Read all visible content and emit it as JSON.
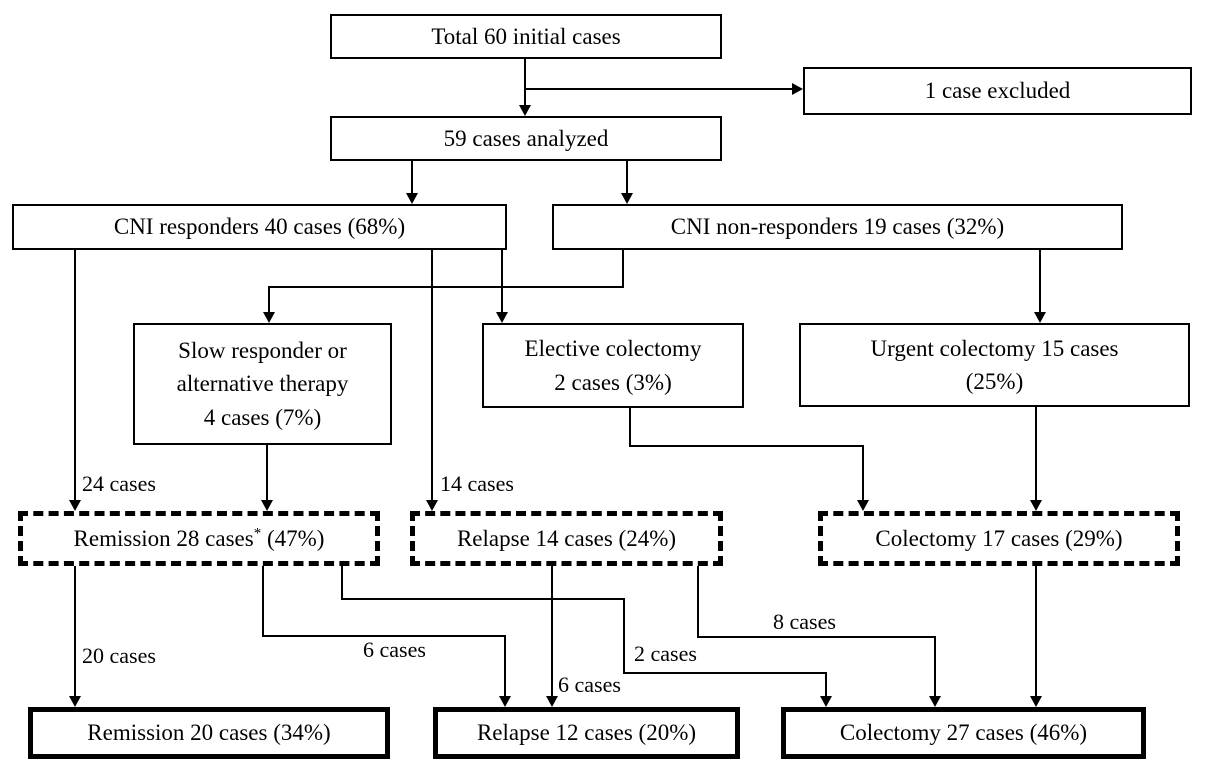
{
  "nodes": {
    "total": {
      "label": "Total 60 initial cases"
    },
    "excluded": {
      "label": "1 case excluded"
    },
    "analyzed": {
      "label": "59 cases analyzed"
    },
    "responders": {
      "label": "CNI responders 40 cases (68%)"
    },
    "non_responders": {
      "label": "CNI non-responders 19 cases (32%)"
    },
    "slow_responder": {
      "line1": "Slow responder or",
      "line2": "alternative therapy",
      "line3": "4 cases (7%)"
    },
    "elective_colectomy": {
      "line1": "Elective colectomy",
      "line2": "2 cases (3%)"
    },
    "urgent_colectomy": {
      "line1": "Urgent colectomy 15 cases",
      "line2": "(25%)"
    },
    "remission_interim": {
      "text": "Remission 28 cases",
      "sup": "*",
      "pct": " (47%)"
    },
    "relapse_interim": {
      "label": "Relapse 14 cases (24%)"
    },
    "colectomy_interim": {
      "label": "Colectomy 17 cases (29%)"
    },
    "remission_final": {
      "label": "Remission 20 cases (34%)"
    },
    "relapse_final": {
      "label": "Relapse 12 cases (20%)"
    },
    "colectomy_final": {
      "label": "Colectomy 27 cases (46%)"
    }
  },
  "edge_labels": {
    "responders_to_remission": "24 cases",
    "responders_to_relapse": "14 cases",
    "remission_to_remission": "20 cases",
    "remission_to_relapse": "6 cases",
    "remission_to_colectomy": "2 cases",
    "relapse_to_relapse": "6 cases",
    "relapse_to_colectomy": "8 cases"
  },
  "colors": {
    "line": "#000000",
    "background": "#ffffff"
  }
}
